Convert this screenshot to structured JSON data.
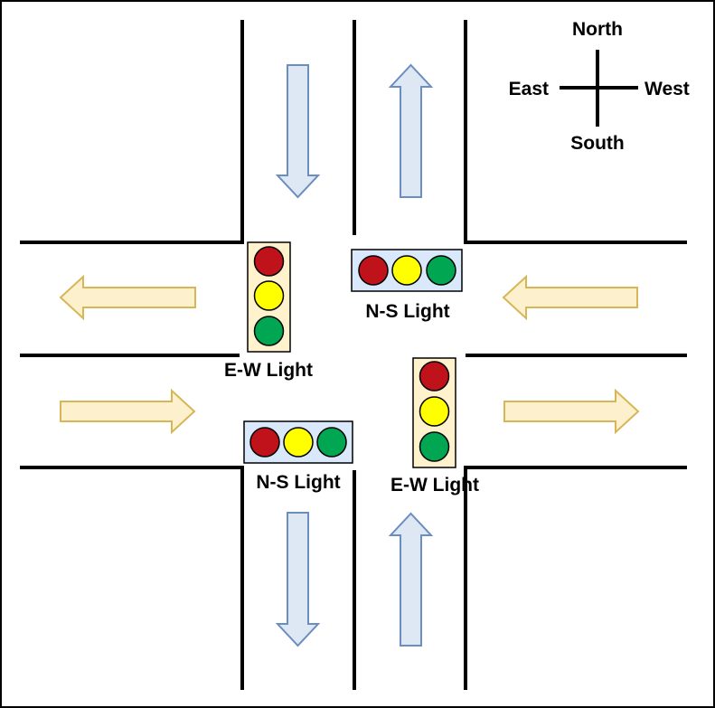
{
  "compass": {
    "north": "North",
    "south": "South",
    "east": "East",
    "west": "West"
  },
  "lights": {
    "ns_top_label": "N-S Light",
    "ns_bottom_label": "N-S Light",
    "ew_left_label": "E-W Light",
    "ew_right_label": "E-W Light"
  },
  "colors": {
    "road_line": "#000000",
    "arrow_ns_fill": "#dde8f4",
    "arrow_ns_stroke": "#6c8ebf",
    "arrow_ew_fill": "#fdf0cc",
    "arrow_ew_stroke": "#d6b656",
    "ns_housing_fill": "#dae8fc",
    "ns_housing_stroke": "#6c8ebf",
    "ew_housing_fill": "#fff2cc",
    "ew_housing_stroke": "#d6b656",
    "lamp_red": "#c0121b",
    "lamp_yellow": "#ffff00",
    "lamp_green": "#00a651"
  }
}
